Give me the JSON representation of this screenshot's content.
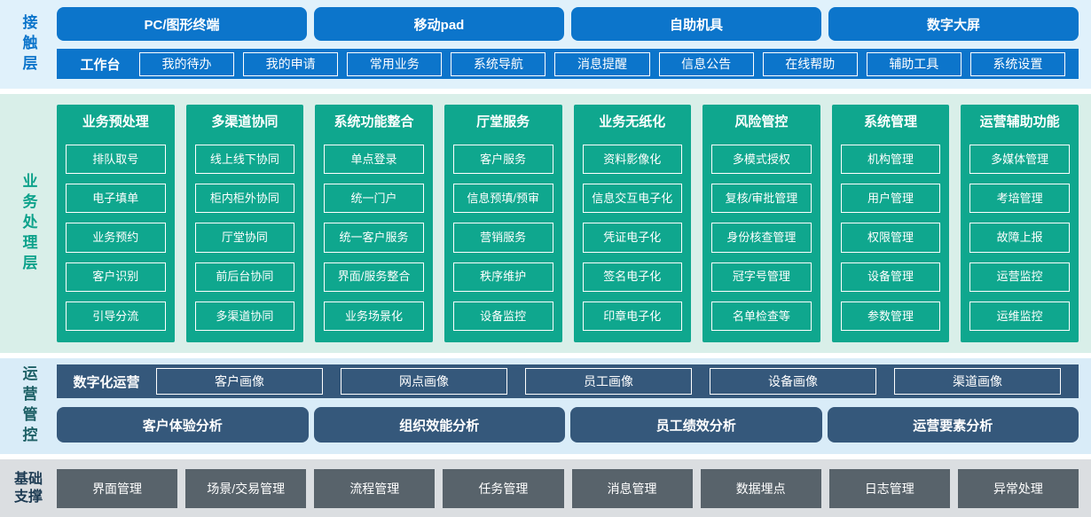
{
  "layers": {
    "contact": {
      "label": "接触层",
      "terminals": [
        "PC/图形终端",
        "移动pad",
        "自助机具",
        "数字大屏"
      ],
      "workbench": {
        "label": "工作台",
        "items": [
          "我的待办",
          "我的申请",
          "常用业务",
          "系统导航",
          "消息提醒",
          "信息公告",
          "在线帮助",
          "辅助工具",
          "系统设置"
        ]
      }
    },
    "business": {
      "label": "业务处理层",
      "columns": [
        {
          "title": "业务预处理",
          "items": [
            "排队取号",
            "电子填单",
            "业务预约",
            "客户识别",
            "引导分流"
          ]
        },
        {
          "title": "多渠道协同",
          "items": [
            "线上线下协同",
            "柜内柜外协同",
            "厅堂协同",
            "前后台协同",
            "多渠道协同"
          ]
        },
        {
          "title": "系统功能整合",
          "items": [
            "单点登录",
            "统一门户",
            "统一客户服务",
            "界面/服务整合",
            "业务场景化"
          ]
        },
        {
          "title": "厅堂服务",
          "items": [
            "客户服务",
            "信息预填/预审",
            "营销服务",
            "秩序维护",
            "设备监控"
          ]
        },
        {
          "title": "业务无纸化",
          "items": [
            "资料影像化",
            "信息交互电子化",
            "凭证电子化",
            "签名电子化",
            "印章电子化"
          ]
        },
        {
          "title": "风险管控",
          "items": [
            "多模式授权",
            "复核/审批管理",
            "身份核查管理",
            "冠字号管理",
            "名单检查等"
          ]
        },
        {
          "title": "系统管理",
          "items": [
            "机构管理",
            "用户管理",
            "权限管理",
            "设备管理",
            "参数管理"
          ]
        },
        {
          "title": "运营辅助功能",
          "items": [
            "多媒体管理",
            "考培管理",
            "故障上报",
            "运营监控",
            "运维监控"
          ]
        }
      ]
    },
    "operations": {
      "label": "运营管控",
      "digital": {
        "label": "数字化运营",
        "items": [
          "客户画像",
          "网点画像",
          "员工画像",
          "设备画像",
          "渠道画像"
        ]
      },
      "analysis": [
        "客户体验分析",
        "组织效能分析",
        "员工绩效分析",
        "运营要素分析"
      ]
    },
    "foundation": {
      "label": "基础支撑",
      "items": [
        "界面管理",
        "场景/交易管理",
        "流程管理",
        "任务管理",
        "消息管理",
        "数据埋点",
        "日志管理",
        "异常处理"
      ]
    }
  },
  "colors": {
    "blue": "#0c75cb",
    "teal_green": "#0fa78e",
    "slate_blue": "#35587b",
    "gray": "#58636b",
    "band_contact_bg": "#e0f1fb",
    "band_business_bg": "#d9efe9",
    "band_operations_bg": "#d9ecf8",
    "band_foundation_bg": "#dbdee1",
    "label_contact_color": "#0c75cb",
    "label_business_color": "#0da28b",
    "label_operations_color": "#1e6066",
    "label_foundation_color": "#1c3a52"
  }
}
